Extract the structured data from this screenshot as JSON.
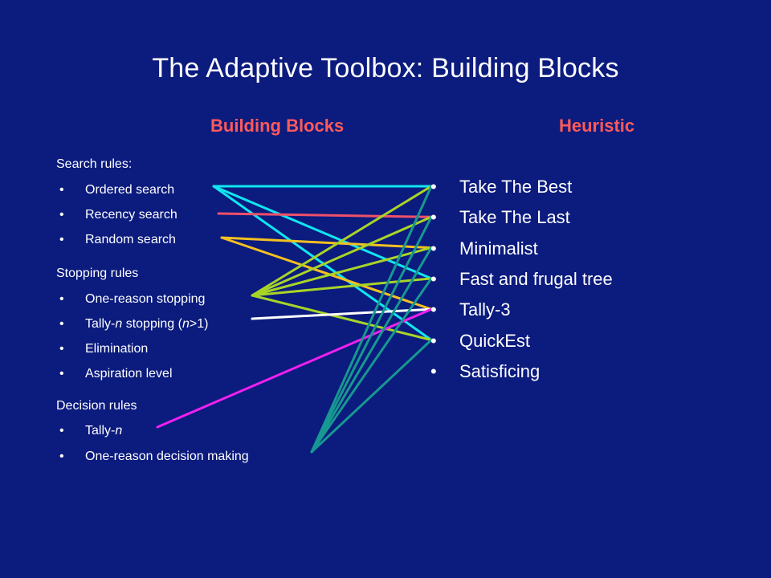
{
  "title": "The Adaptive Toolbox: Building Blocks",
  "headings": {
    "left": "Building Blocks",
    "right": "Heuristic"
  },
  "colors": {
    "background": "#0b1b7e",
    "heading": "#ff5a5a",
    "text": "#ffffff",
    "cyan": "#10e6f0",
    "red": "#f0506a",
    "orange": "#f4c020",
    "lime": "#a8d428",
    "white": "#ffffff",
    "magenta": "#f020f0",
    "teal": "#179890"
  },
  "bullet": "•",
  "groups": [
    {
      "label": "Search rules:",
      "items": [
        {
          "id": "ordered",
          "parts": [
            "Ordered search"
          ]
        },
        {
          "id": "recency",
          "parts": [
            "Recency search"
          ]
        },
        {
          "id": "random",
          "parts": [
            "Random search"
          ]
        }
      ]
    },
    {
      "label": "Stopping rules",
      "items": [
        {
          "id": "onereason_stop",
          "parts": [
            "One-reason stopping"
          ]
        },
        {
          "id": "tally_stop",
          "parts": [
            "Tally-",
            "n",
            " stopping (",
            "n",
            ">1)"
          ]
        },
        {
          "id": "elimination",
          "parts": [
            "Elimination"
          ]
        },
        {
          "id": "aspiration",
          "parts": [
            "Aspiration level"
          ]
        }
      ]
    },
    {
      "label": "Decision rules",
      "items": [
        {
          "id": "tally_dec",
          "parts": [
            "Tally-",
            "n"
          ]
        },
        {
          "id": "onereason_dec",
          "parts": [
            "One-reason decision making"
          ]
        }
      ]
    }
  ],
  "heuristics": [
    {
      "id": "ttb",
      "label": "Take The Best"
    },
    {
      "id": "ttl",
      "label": "Take The Last"
    },
    {
      "id": "min",
      "label": "Minimalist"
    },
    {
      "id": "fft",
      "label": "Fast and frugal tree"
    },
    {
      "id": "tally3",
      "label": "Tally-3"
    },
    {
      "id": "quickest",
      "label": "QuickEst"
    },
    {
      "id": "satisficing",
      "label": "Satisficing"
    }
  ],
  "links": [
    {
      "from": "ordered",
      "to": "ttb",
      "color": "cyan"
    },
    {
      "from": "ordered",
      "to": "fft",
      "color": "cyan"
    },
    {
      "from": "ordered",
      "to": "quickest",
      "color": "cyan"
    },
    {
      "from": "recency",
      "to": "ttl",
      "color": "red"
    },
    {
      "from": "random",
      "to": "min",
      "color": "orange"
    },
    {
      "from": "random",
      "to": "tally3",
      "color": "orange"
    },
    {
      "from": "onereason_stop",
      "to": "ttb",
      "color": "lime"
    },
    {
      "from": "onereason_stop",
      "to": "ttl",
      "color": "lime"
    },
    {
      "from": "onereason_stop",
      "to": "min",
      "color": "lime"
    },
    {
      "from": "onereason_stop",
      "to": "fft",
      "color": "lime"
    },
    {
      "from": "onereason_stop",
      "to": "quickest",
      "color": "lime"
    },
    {
      "from": "tally_stop",
      "to": "tally3",
      "color": "white"
    },
    {
      "from": "tally_dec",
      "to": "tally3",
      "color": "magenta"
    },
    {
      "from": "onereason_dec",
      "to": "ttb",
      "color": "teal"
    },
    {
      "from": "onereason_dec",
      "to": "ttl",
      "color": "teal"
    },
    {
      "from": "onereason_dec",
      "to": "min",
      "color": "teal"
    },
    {
      "from": "onereason_dec",
      "to": "fft",
      "color": "teal"
    },
    {
      "from": "onereason_dec",
      "to": "quickest",
      "color": "teal"
    }
  ]
}
